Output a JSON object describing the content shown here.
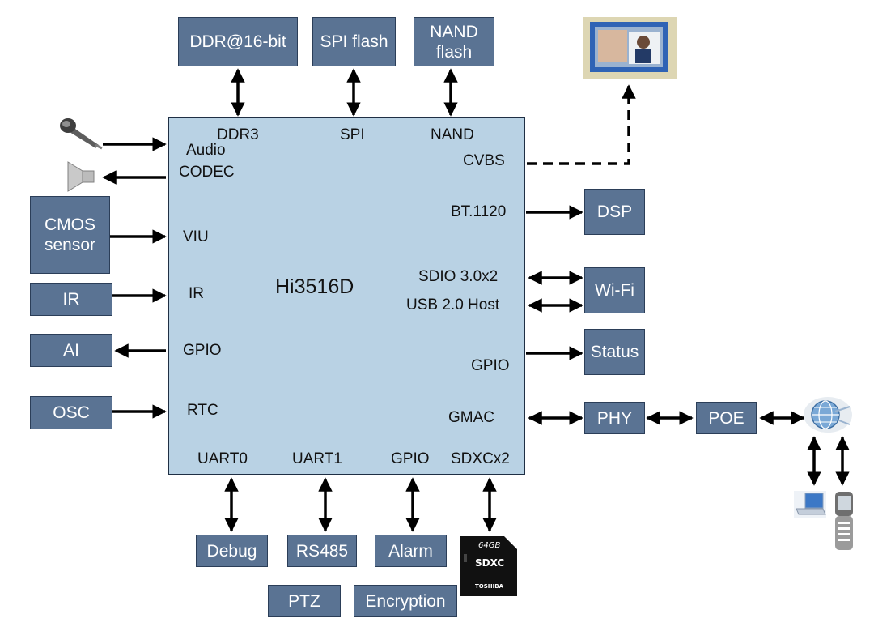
{
  "soc": {
    "title": "Hi3516D"
  },
  "top_boxes": {
    "ddr": "DDR@16-bit",
    "spi": "SPI flash",
    "nand": "NAND flash"
  },
  "left_boxes": {
    "cmos": "CMOS sensor",
    "ir": "IR",
    "ai": "AI",
    "osc": "OSC"
  },
  "right_boxes": {
    "dsp": "DSP",
    "wifi": "Wi-Fi",
    "status": "Status",
    "phy": "PHY",
    "poe": "POE"
  },
  "bottom_boxes": {
    "debug": "Debug",
    "rs485": "RS485",
    "alarm": "Alarm",
    "ptz": "PTZ",
    "encryption": "Encryption"
  },
  "ports": {
    "ddr3": "DDR3",
    "spi": "SPI",
    "nand": "NAND",
    "audio": "Audio",
    "codec": "CODEC",
    "cvbs": "CVBS",
    "bt1120": "BT.1120",
    "viu": "VIU",
    "sdio": "SDIO 3.0x2",
    "usb": "USB 2.0 Host",
    "ir": "IR",
    "gpio_left": "GPIO",
    "gpio_right": "GPIO",
    "rtc": "RTC",
    "gmac": "GMAC",
    "uart0": "UART0",
    "uart1": "UART1",
    "gpio_bottom": "GPIO",
    "sdxc": "SDXCx2"
  },
  "sd_card": {
    "capacity": "64GB",
    "logo": "SDXC",
    "brand": "TOSHIBA"
  },
  "icons": [
    "microphone-icon",
    "speaker-icon",
    "monitor-icon",
    "network-globe-icon",
    "laptop-icon",
    "mobile-phone-icon",
    "sd-card-icon"
  ]
}
